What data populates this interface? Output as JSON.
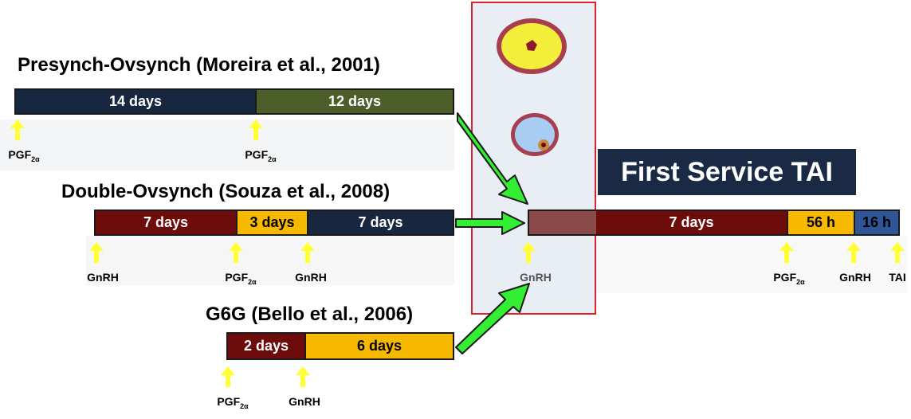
{
  "protocols": [
    {
      "title": "Presynch-Ovsynch (Moreira et al., 2001)",
      "segments": [
        {
          "label": "14 days",
          "color": "#17273f"
        },
        {
          "label": "12 days",
          "color": "#4c5f2a"
        }
      ],
      "injections": [
        {
          "label": "PGF",
          "sub": "2α"
        },
        {
          "label": "PGF",
          "sub": "2α"
        }
      ]
    },
    {
      "title": "Double-Ovsynch (Souza et al., 2008)",
      "segments": [
        {
          "label": "7 days",
          "color": "#6e0c0c"
        },
        {
          "label": "3 days",
          "color": "#f7b800"
        },
        {
          "label": "7 days",
          "color": "#17273f"
        }
      ],
      "injections": [
        {
          "label": "GnRH",
          "sub": ""
        },
        {
          "label": "PGF",
          "sub": "2α"
        },
        {
          "label": "GnRH",
          "sub": ""
        }
      ]
    },
    {
      "title": "G6G (Bello et al., 2006)",
      "segments": [
        {
          "label": "2 days",
          "color": "#6e0c0c"
        },
        {
          "label": "6 days",
          "color": "#f7b800"
        }
      ],
      "injections": [
        {
          "label": "PGF",
          "sub": "2α"
        },
        {
          "label": "GnRH",
          "sub": ""
        }
      ]
    }
  ],
  "first_service": {
    "title": "First Service TAI",
    "segments": [
      {
        "label": "",
        "color": "#8b4a4a"
      },
      {
        "label": "7 days",
        "color": "#6e0c0c"
      },
      {
        "label": "56 h",
        "color": "#f7b800"
      },
      {
        "label": "16 h",
        "color": "#2f5596"
      }
    ],
    "injections": [
      {
        "label": "GnRH",
        "sub": ""
      },
      {
        "label": "PGF",
        "sub": "2α"
      },
      {
        "label": "GnRH",
        "sub": ""
      },
      {
        "label": "TAI",
        "sub": ""
      }
    ]
  },
  "colors": {
    "arrow_yellow": "#ffff33",
    "arrow_green": "#33ee33",
    "highlight_border": "#e0202a",
    "follicle_yellow": "#f2ee3a",
    "follicle_blue": "#a8ccf2",
    "follicle_rim": "#9b2032"
  }
}
